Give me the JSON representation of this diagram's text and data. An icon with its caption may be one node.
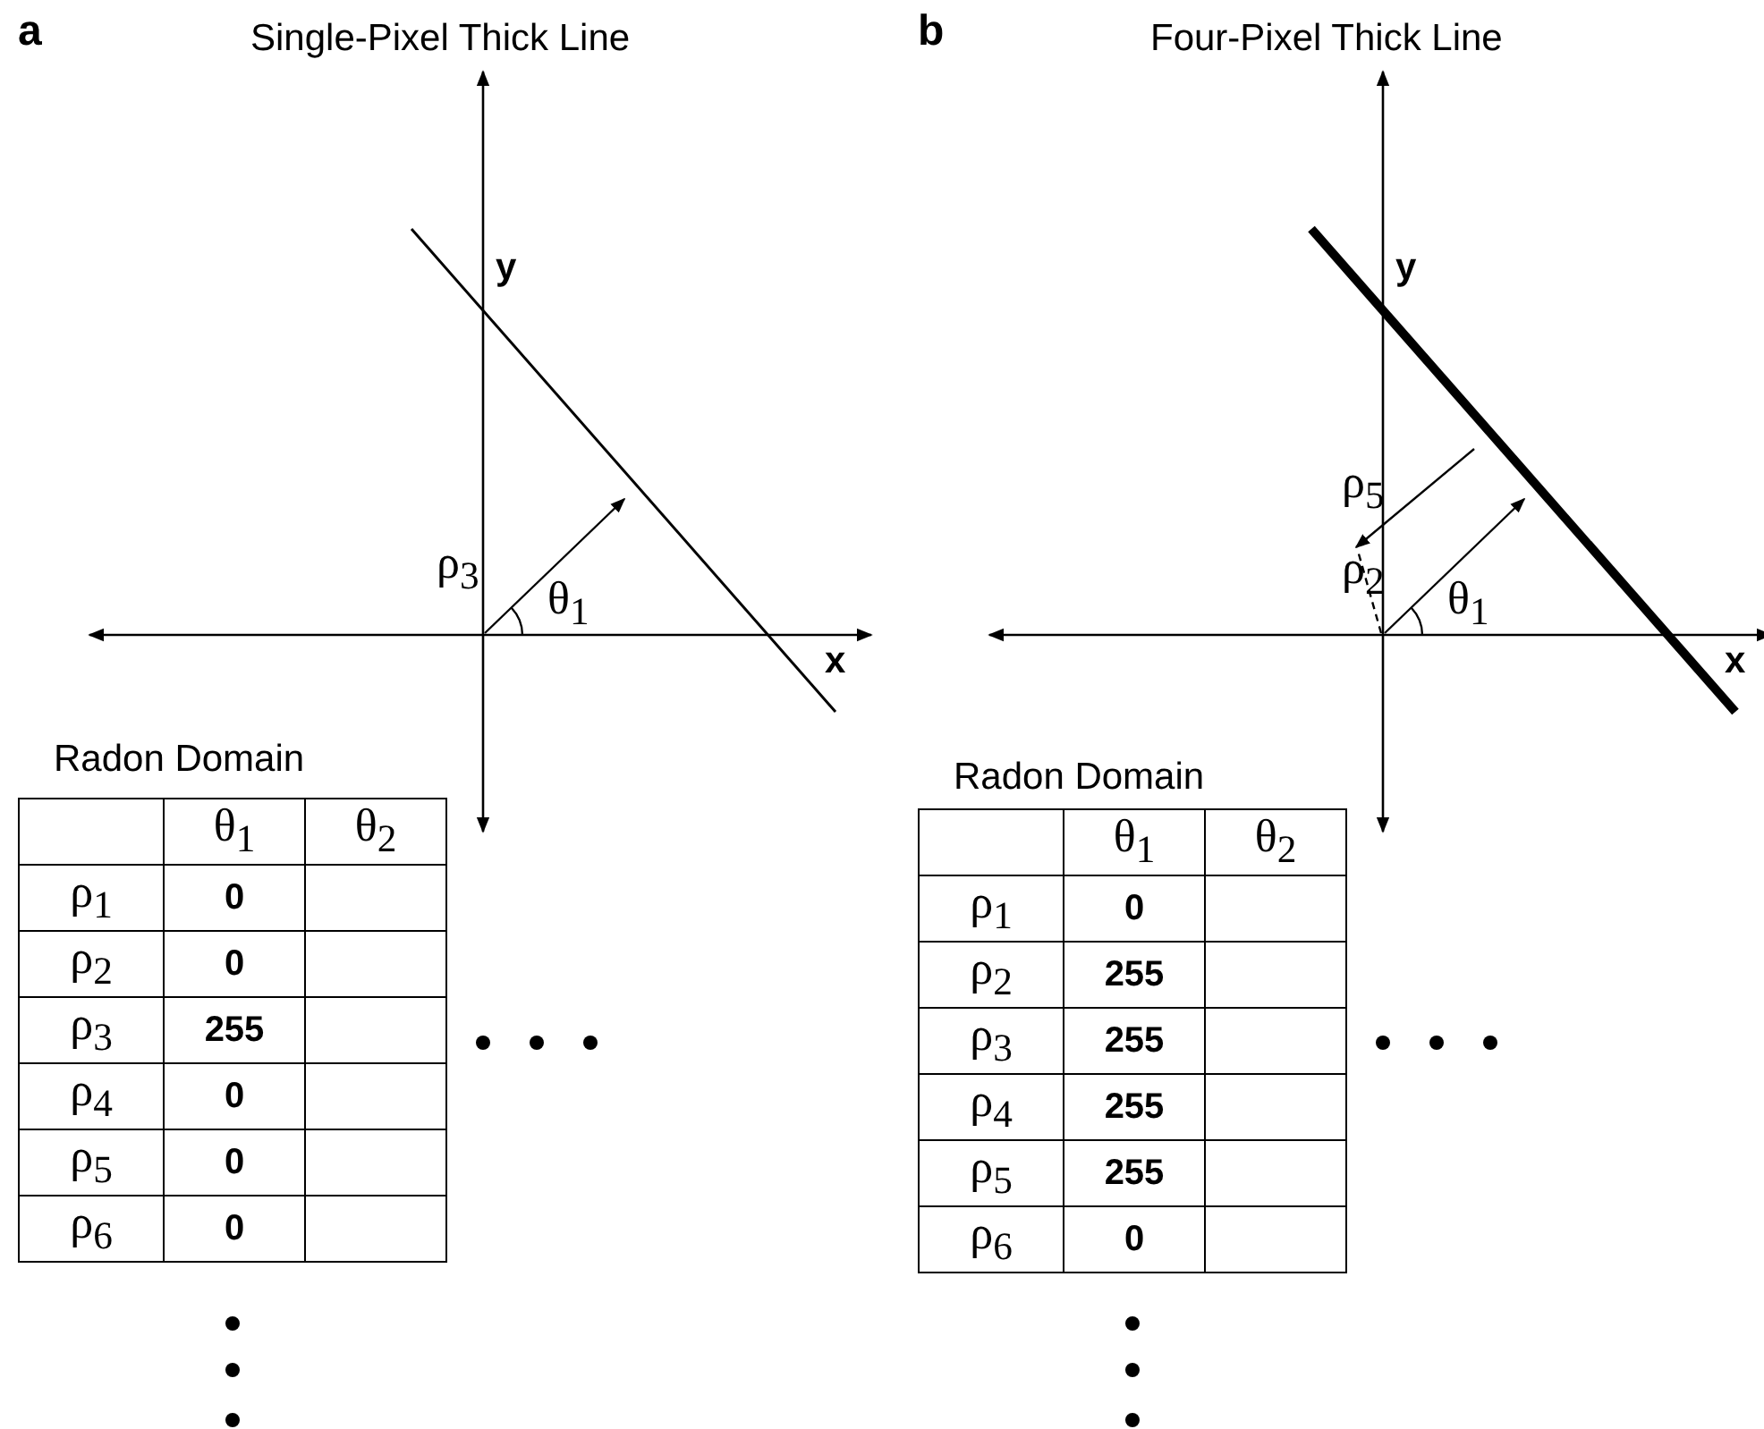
{
  "diagram": {
    "labels": [
      "a",
      "Single-Pixel Thick Line",
      "y",
      "ρ$_{3}$",
      "θ$_{1}$",
      "x",
      "Radon Domain",
      "θ$_{1}$",
      "θ$_{2}$",
      "ρ$_{1}$",
      "0",
      "ρ$_{2}$",
      "0",
      "ρ$_{3}$",
      "255",
      "ρ$_{4}$",
      "0",
      "ρ$_{5}$",
      "0",
      "ρ$_{6}$",
      "0",
      "b",
      "Four-Pixel Thick Line",
      "y",
      "ρ$_{5}$",
      "ρ$_{2}$",
      "θ$_{1}$",
      "x",
      "Radon Domain",
      "θ$_{1}$",
      "θ$_{2}$",
      "ρ$_{1}$",
      "0",
      "ρ$_{2}$",
      "255",
      "ρ$_{3}$",
      "255",
      "ρ$_{4}$",
      "255",
      "ρ$_{5}$",
      "255",
      "ρ$_{6}$",
      "0"
    ]
  }
}
